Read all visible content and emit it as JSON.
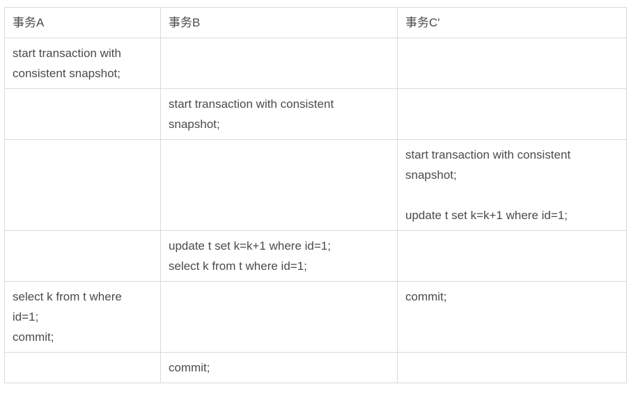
{
  "page": {
    "background_color": "#ffffff"
  },
  "table": {
    "border_color": "#d9d9d9",
    "text_color": "#4a4a4a",
    "columns": [
      {
        "label": "事务A"
      },
      {
        "label": "事务B"
      },
      {
        "label": "事务C'"
      }
    ],
    "rows": [
      {
        "cells": [
          {
            "text": "start transaction with\nconsistent snapshot;"
          },
          {
            "text": ""
          },
          {
            "text": ""
          }
        ]
      },
      {
        "cells": [
          {
            "text": ""
          },
          {
            "text": "start transaction with consistent\nsnapshot;"
          },
          {
            "text": ""
          }
        ]
      },
      {
        "cells": [
          {
            "text": ""
          },
          {
            "text": ""
          },
          {
            "text": "start transaction with consistent\nsnapshot;\n\nupdate t set k=k+1 where id=1;"
          }
        ]
      },
      {
        "cells": [
          {
            "text": ""
          },
          {
            "text": "update t set k=k+1 where id=1;\nselect k from t where id=1;"
          },
          {
            "text": ""
          }
        ]
      },
      {
        "cells": [
          {
            "text": "select k from t where\nid=1;\ncommit;"
          },
          {
            "text": ""
          },
          {
            "text": "commit;"
          }
        ]
      },
      {
        "cells": [
          {
            "text": ""
          },
          {
            "text": "commit;"
          },
          {
            "text": ""
          }
        ]
      }
    ]
  }
}
